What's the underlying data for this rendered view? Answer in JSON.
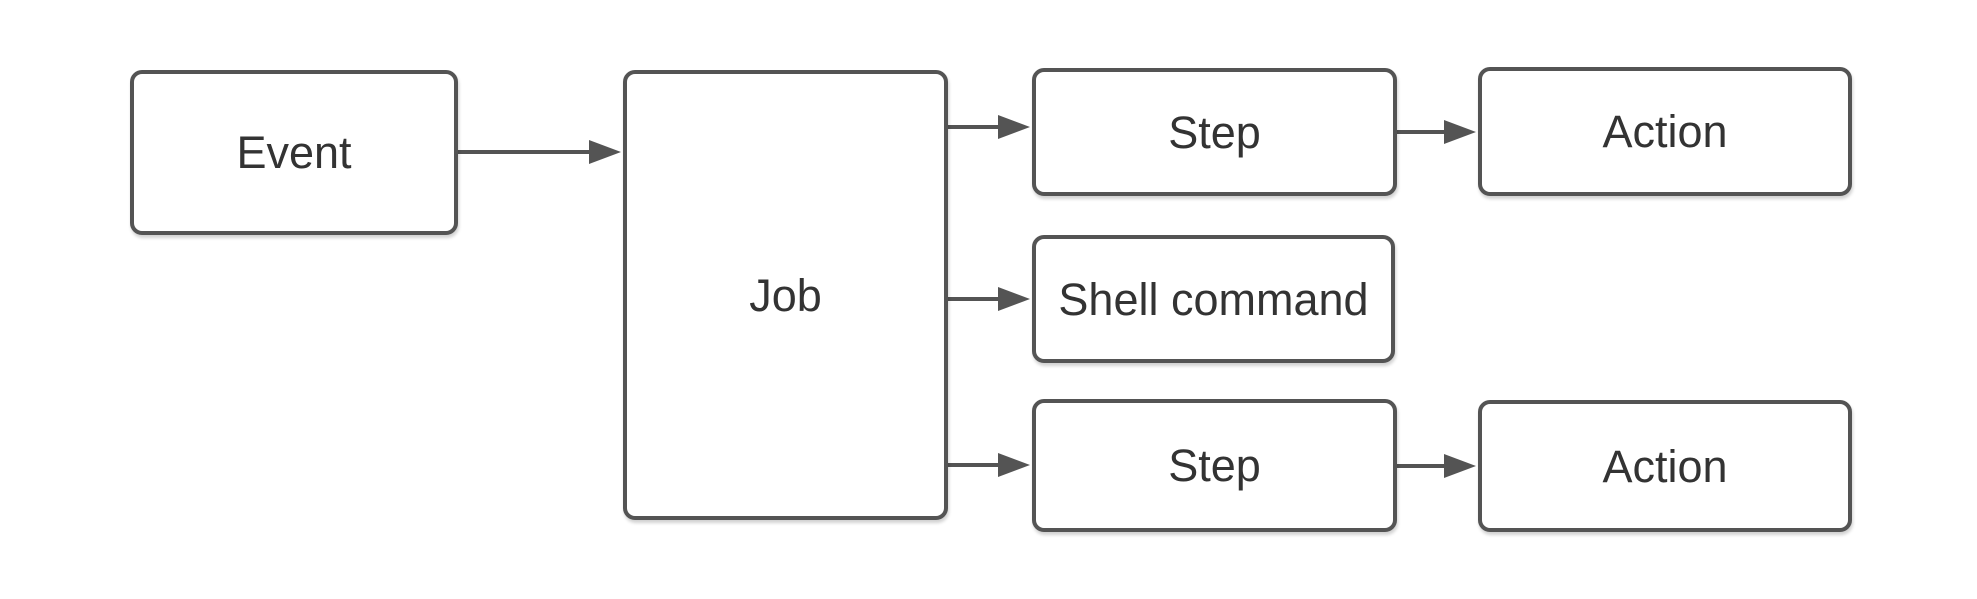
{
  "diagram": {
    "colors": {
      "stroke": "#545454",
      "text": "#333333",
      "node_fill": "#ffffff",
      "background": "#ffffff"
    },
    "nodes": {
      "event": {
        "label": "Event"
      },
      "job": {
        "label": "Job"
      },
      "step_top": {
        "label": "Step"
      },
      "shell_command": {
        "label": "Shell command"
      },
      "step_bottom": {
        "label": "Step"
      },
      "action_top": {
        "label": "Action"
      },
      "action_bottom": {
        "label": "Action"
      }
    },
    "edges": [
      {
        "from": "event",
        "to": "job"
      },
      {
        "from": "job",
        "to": "step_top"
      },
      {
        "from": "job",
        "to": "shell_command"
      },
      {
        "from": "job",
        "to": "step_bottom"
      },
      {
        "from": "step_top",
        "to": "action_top"
      },
      {
        "from": "step_bottom",
        "to": "action_bottom"
      }
    ]
  }
}
